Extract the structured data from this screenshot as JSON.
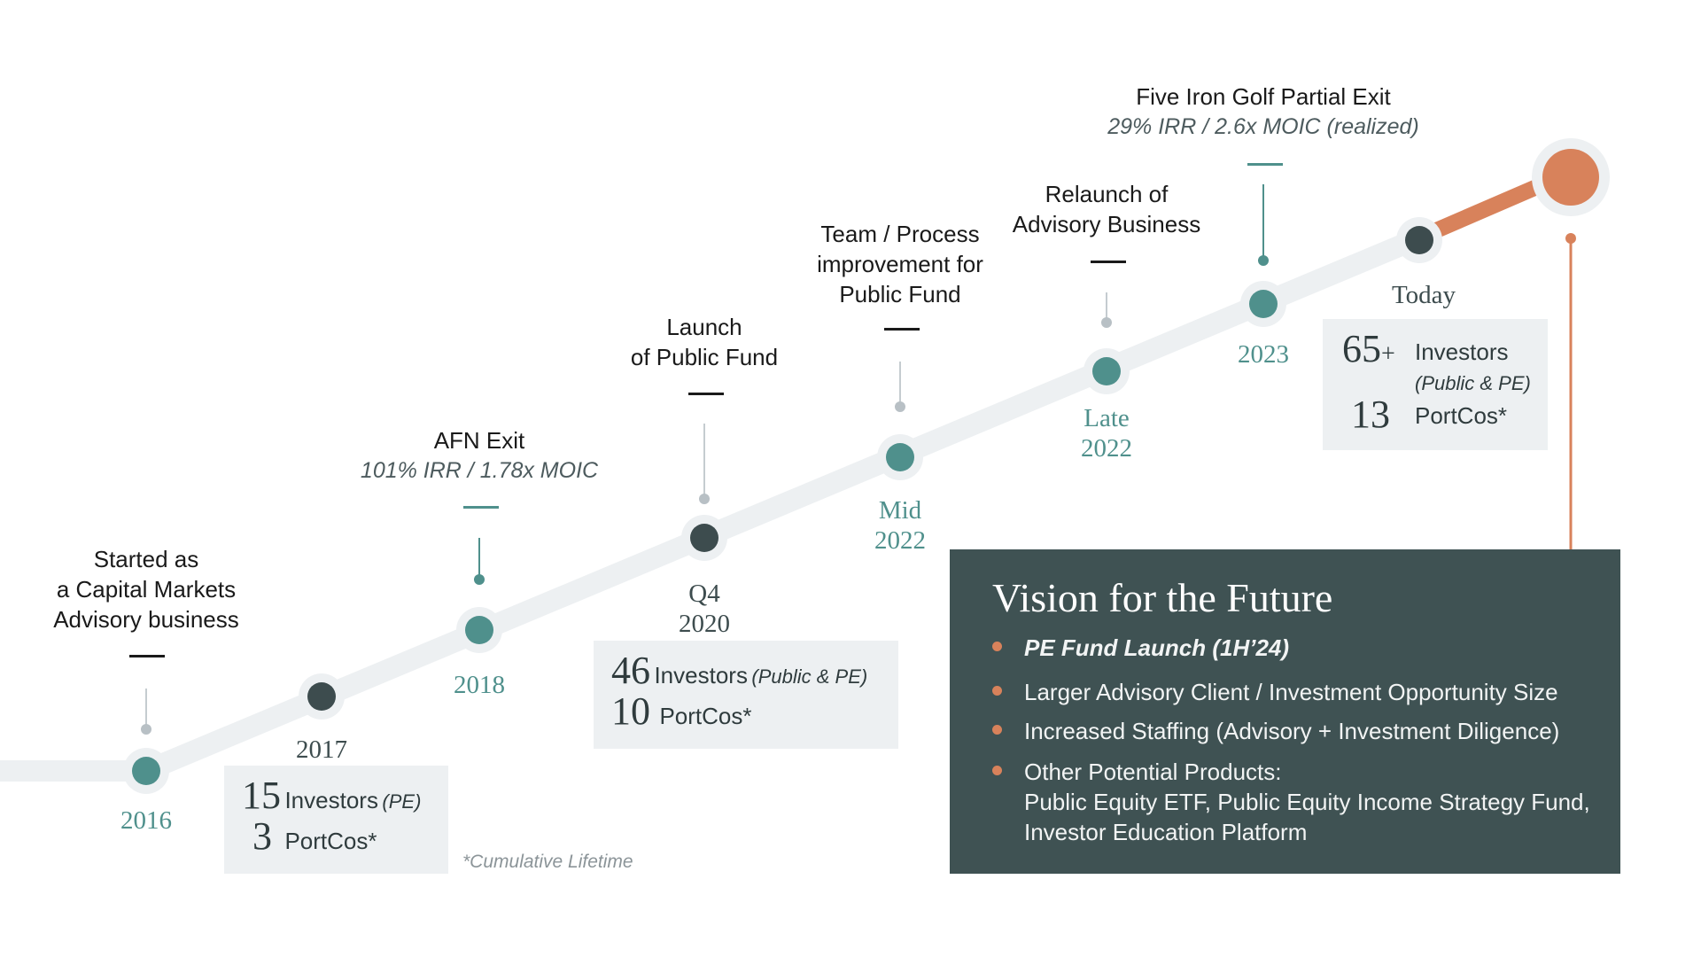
{
  "milestones": {
    "start": {
      "line1": "Started as",
      "line2": "a Capital Markets",
      "line3": "Advisory business"
    },
    "afn": {
      "title": "AFN Exit",
      "sub": "101% IRR / 1.78x MOIC"
    },
    "launch": {
      "line1": "Launch",
      "line2": "of Public Fund"
    },
    "team": {
      "line1": "Team / Process",
      "line2": "improvement for",
      "line3": "Public Fund"
    },
    "relaunch": {
      "line1": "Relaunch of",
      "line2": "Advisory Business"
    },
    "fiveiron": {
      "title": "Five Iron Golf Partial Exit",
      "sub": "29% IRR / 2.6x MOIC (realized)"
    }
  },
  "years": {
    "y2016": "2016",
    "y2017": "2017",
    "y2018": "2018",
    "q4": "Q4",
    "y2020": "2020",
    "mid": "Mid",
    "y2022a": "2022",
    "late": "Late",
    "y2022b": "2022",
    "y2023": "2023",
    "today": "Today"
  },
  "stats": {
    "s2017": {
      "investors_num": "15",
      "investors_label": "Investors",
      "investors_note": "(PE)",
      "portcos_num": "3",
      "portcos_label": "PortCos*"
    },
    "s2020": {
      "investors_num": "46",
      "investors_label": "Investors",
      "investors_note": "(Public & PE)",
      "portcos_num": "10",
      "portcos_label": "PortCos*"
    },
    "today": {
      "investors_num": "65",
      "investors_plus": "+",
      "investors_label": "Investors",
      "investors_note": "(Public & PE)",
      "portcos_num": "13",
      "portcos_label": "PortCos*"
    }
  },
  "footnote": "*Cumulative Lifetime",
  "vision": {
    "title": "Vision for the Future",
    "bullets": [
      "PE Fund Launch (1H’24)",
      "Larger Advisory Client / Investment Opportunity Size",
      "Increased Staffing (Advisory + Investment Diligence)",
      "Other Potential Products:"
    ],
    "bullet4_line2": "Public Equity ETF, Public Equity Income Strategy Fund,",
    "bullet4_line3": "Investor Education Platform"
  },
  "colors": {
    "track": "#edf0f2",
    "teal": "#4f908c",
    "dark": "#3d4c4e",
    "orange": "#d8825b",
    "panel": "#3f5253"
  }
}
